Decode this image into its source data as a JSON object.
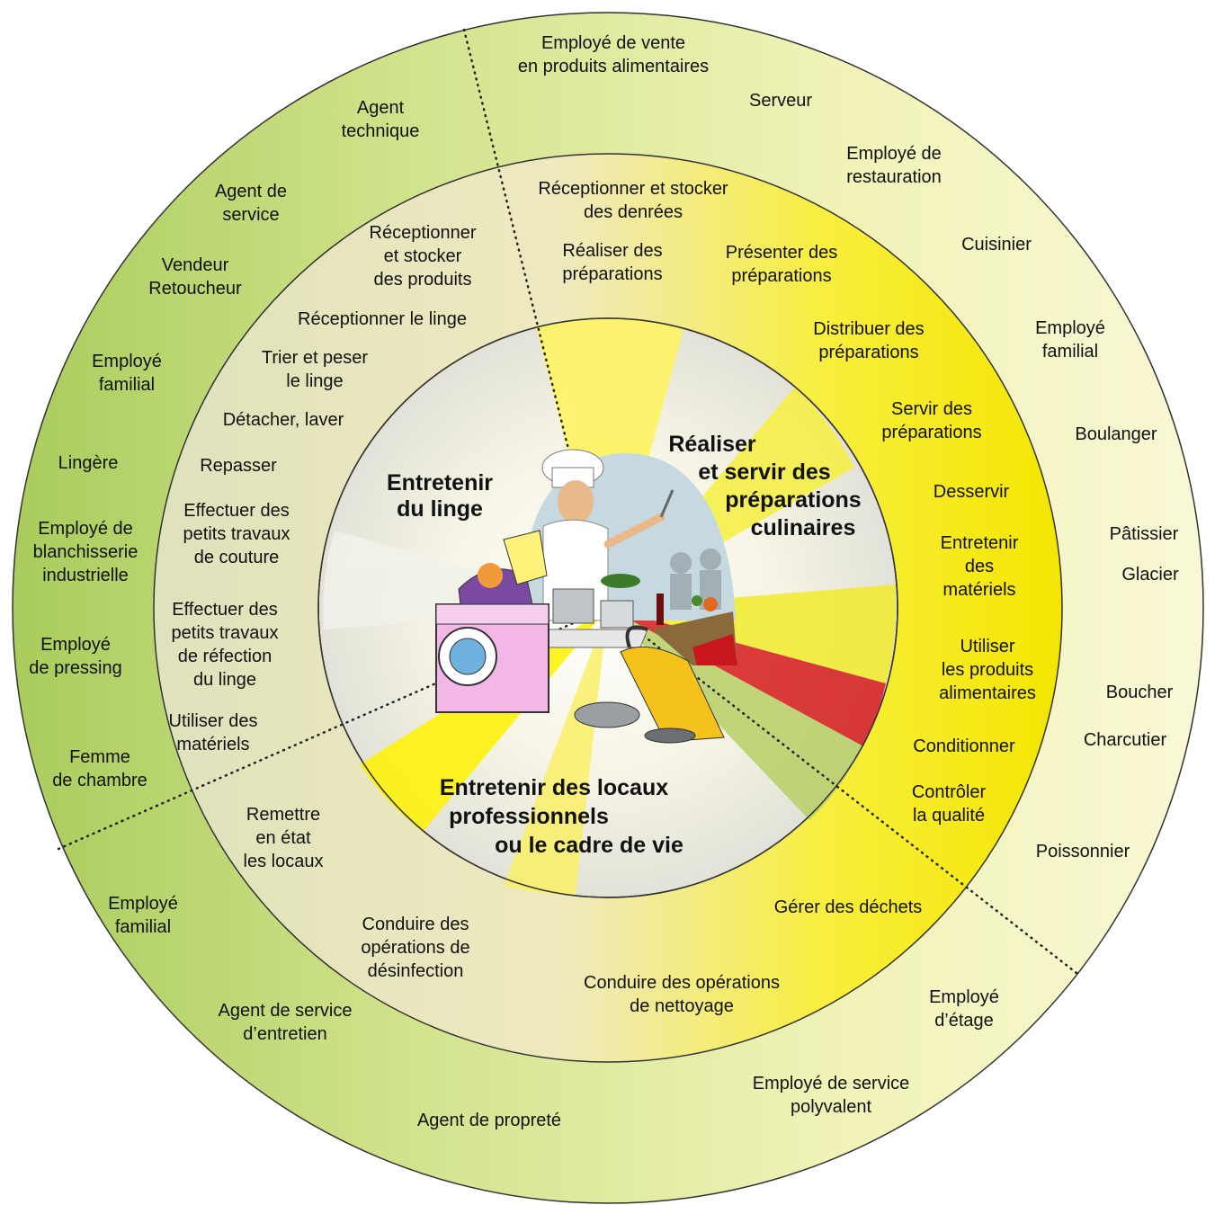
{
  "colors": {
    "outer_ring_left": "#b5d36a",
    "outer_ring_right": "#f6f7c8",
    "middle_ring_left": "#e7e6c7",
    "middle_ring_right": "#f5e600",
    "inner_light": "#ffffff",
    "inner_yellow": "#fff200",
    "inner_red": "#d81b1b",
    "inner_green": "#b9d070",
    "ring_stroke": "#333333"
  },
  "center": {
    "linen": [
      "Entretenir",
      "du linge"
    ],
    "culinary": [
      "Réaliser",
      "et servir des",
      "préparations",
      "culinaires"
    ],
    "premises": [
      "Entretenir des locaux",
      "professionnels",
      "ou le cadre de vie"
    ]
  },
  "activities": {
    "linen": [
      [
        "Réceptionner",
        "et stocker",
        "des produits"
      ],
      [
        "Réceptionner le linge"
      ],
      [
        "Trier et peser",
        "le linge"
      ],
      [
        "Détacher, laver"
      ],
      [
        "Repasser"
      ],
      [
        "Effectuer des",
        "petits travaux",
        "de couture"
      ],
      [
        "Effectuer des",
        "petits travaux",
        "de réfection",
        "du linge"
      ],
      [
        "Utiliser des",
        "matériels"
      ]
    ],
    "culinary": [
      [
        "Réceptionner et stocker",
        "des denrées"
      ],
      [
        "Réaliser des",
        "préparations"
      ],
      [
        "Présenter des",
        "préparations"
      ],
      [
        "Distribuer des",
        "préparations"
      ],
      [
        "Servir des",
        "préparations"
      ],
      [
        "Desservir"
      ],
      [
        "Entretenir",
        "des",
        "matériels"
      ],
      [
        "Utiliser",
        "les produits",
        "alimentaires"
      ],
      [
        "Conditionner"
      ],
      [
        "Contrôler",
        "la qualité"
      ]
    ],
    "premises": [
      [
        "Remettre",
        "en état",
        "les locaux"
      ],
      [
        "Conduire des",
        "opérations de",
        "désinfection"
      ],
      [
        "Conduire des opérations",
        "de nettoyage"
      ],
      [
        "Gérer des déchets"
      ]
    ]
  },
  "jobs": {
    "linen": [
      [
        "Agent",
        "technique"
      ],
      [
        "Agent de",
        "service"
      ],
      [
        "Vendeur",
        "Retoucheur"
      ],
      [
        "Employé",
        "familial"
      ],
      [
        "Lingère"
      ],
      [
        "Employé de",
        "blanchisserie",
        "industrielle"
      ],
      [
        "Employé",
        "de pressing"
      ],
      [
        "Femme",
        "de chambre"
      ]
    ],
    "culinary": [
      [
        "Employé de vente",
        "en produits alimentaires"
      ],
      [
        "Serveur"
      ],
      [
        "Employé de",
        "restauration"
      ],
      [
        "Cuisinier"
      ],
      [
        "Employé",
        "familial"
      ],
      [
        "Boulanger"
      ],
      [
        "Pâtissier"
      ],
      [
        "Glacier"
      ],
      [
        "Boucher"
      ],
      [
        "Charcutier"
      ],
      [
        "Poissonnier"
      ]
    ],
    "premises": [
      [
        "Employé",
        "familial"
      ],
      [
        "Agent de service",
        "d’entretien"
      ],
      [
        "Agent de propreté"
      ],
      [
        "Employé de service",
        "polyvalent"
      ],
      [
        "Employé",
        "d’étage"
      ]
    ]
  }
}
